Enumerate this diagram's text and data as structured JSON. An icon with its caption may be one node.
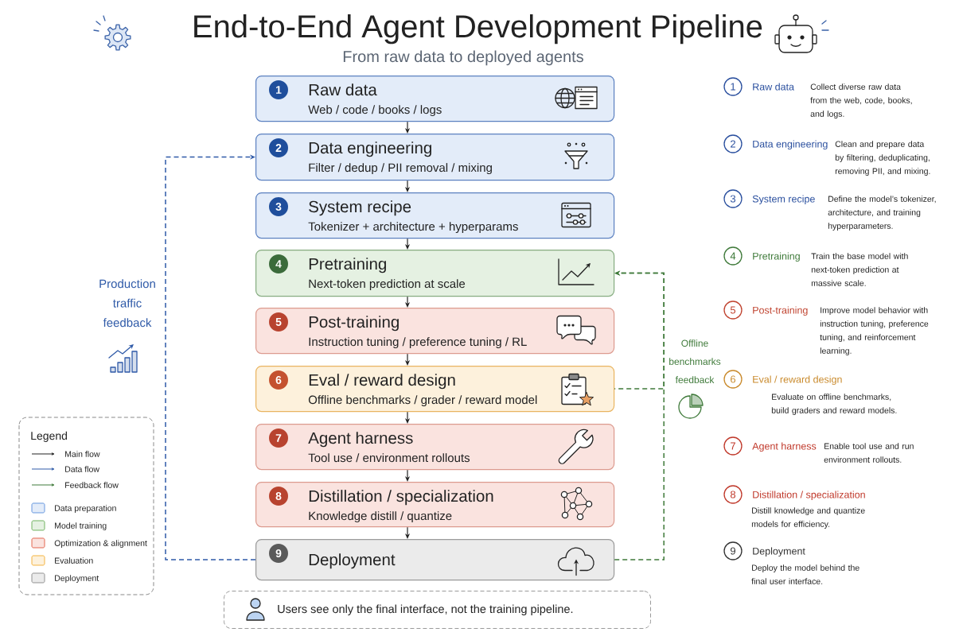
{
  "diagram": {
    "title": "End-to-End Agent Development Pipeline",
    "nodes": [
      {
        "text": [
          "1",
          "Raw data",
          "Web / code / books / logs"
        ]
      },
      {
        "text": [
          "2",
          "Data engineering",
          "Filter / dedup / PII removal / mixing"
        ]
      },
      {
        "text": [
          "3",
          "System recipe",
          "Tokenizer + architecture + hyperparams"
        ]
      },
      {
        "text": [
          "4",
          "Pretraining",
          "Next-token prediction at scale"
        ]
      },
      {
        "text": [
          "5",
          "Post-training",
          "Instruction tuning / preference tuning / RL"
        ]
      },
      {
        "text": [
          "6",
          "Eval / reward design",
          "Offline benchmarks / grader / reward model"
        ]
      },
      {
        "text": [
          "7",
          "Agent harness",
          "Tool use / environment rollouts"
        ]
      },
      {
        "text": [
          "8",
          "Distillation / specialization",
          "Knowledge distill / quantize"
        ]
      },
      {
        "text": [
          "9",
          "Deployment"
        ]
      },
      {
        "text": [
          "1"
        ],
        "beside": [
          "Raw data",
          "Collect diverse raw data from the web, code, books, and logs."
        ]
      },
      {
        "text": [
          "2"
        ],
        "beside": [
          "Data engineering",
          "Clean and prepare data by filtering, deduplicating, removing PII, and mixing."
        ]
      },
      {
        "text": [
          "3"
        ],
        "beside": [
          "System recipe",
          "Define the model’s tokenizer, architecture, and training hyperparameters."
        ]
      },
      {
        "text": [
          "4"
        ],
        "beside": [
          "Pretraining",
          "Train the base model with next-token prediction at massive scale."
        ]
      },
      {
        "text": [
          "5"
        ],
        "beside": [
          "Post-training",
          "Improve model behavior with instruction tuning, preference tuning, and reinforcement learning."
        ]
      },
      {
        "text": [
          "6"
        ],
        "beside": [
          "Eval / reward design",
          "Evaluate on offline benchmarks, build graders and reward models."
        ]
      },
      {
        "text": [
          "7"
        ],
        "beside": [
          "Agent harness",
          "Enable tool use and run environment rollouts."
        ]
      },
      {
        "text": [
          "8"
        ],
        "beside": [
          "Distillation / specialization",
          "Distill knowledge and quantize models for efficiency."
        ]
      },
      {
        "text": [
          "9"
        ],
        "beside": [
          "Deployment",
          "Deploy the model behind the final user interface."
        ]
      },
      {
        "text": [
          "Users see only the final interface, not the training pipeline."
        ]
      }
    ],
    "edges": [
      {
        "from": 0,
        "to": 1,
        "arrow": "to"
      },
      {
        "from": 1,
        "to": 2,
        "arrow": "to"
      },
      {
        "from": 2,
        "to": 3,
        "arrow": "to"
      },
      {
        "from": 3,
        "to": 4,
        "arrow": "to"
      },
      {
        "from": 4,
        "to": 5,
        "arrow": "to"
      },
      {
        "from": 5,
        "to": 6,
        "arrow": "to"
      },
      {
        "from": 6,
        "to": 7,
        "arrow": "to"
      },
      {
        "from": 7,
        "to": 8,
        "arrow": "to"
      },
      {
        "from": 8,
        "to": 1,
        "arrow": "to",
        "style": "dashed",
        "color": "#2f5aa8",
        "label": "Production traffic feedback"
      },
      {
        "from": 5,
        "to": 3,
        "arrow": "to",
        "style": "dashed",
        "color": "#3f7a3a",
        "label": "Offline benchmarks feedback"
      },
      {
        "from": 8,
        "to": 3,
        "arrow": "to",
        "style": "dashed",
        "color": "#3f7a3a"
      }
    ],
    "labels": [
      "From raw data to deployed agents",
      "Legend"
    ],
    "legend": [
      {
        "text": "Main flow"
      },
      {
        "text": "Data flow"
      },
      {
        "text": "Feedback flow"
      },
      {
        "text": "Data preparation",
        "color": "#e3ecf9"
      },
      {
        "text": "Model training",
        "color": "#e5f1e2"
      },
      {
        "text": "Optimization & alignment",
        "color": "#fae3df"
      },
      {
        "text": "Evaluation",
        "color": "#fdf1dc"
      },
      {
        "text": "Deployment",
        "color": "#ebebeb"
      }
    ]
  }
}
